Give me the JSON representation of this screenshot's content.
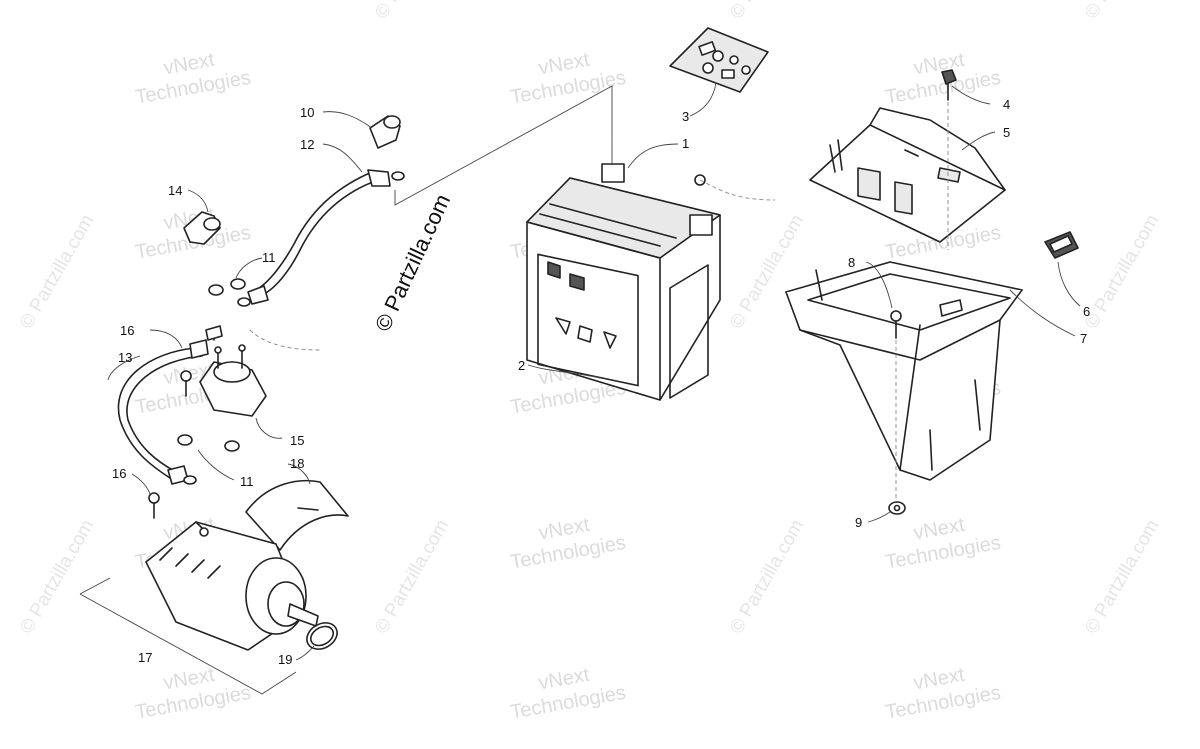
{
  "copyright": "© Partzilla.com",
  "watermarks": {
    "vnext_line1": "vNext",
    "vnext_line2": "Technologies",
    "partzilla": "© Partzilla.com"
  },
  "callouts": {
    "c1": "1",
    "c2": "2",
    "c3": "3",
    "c4": "4",
    "c5": "5",
    "c6": "6",
    "c7": "7",
    "c8": "8",
    "c9": "9",
    "c10": "10",
    "c11a": "11",
    "c11b": "11",
    "c12": "12",
    "c13": "13",
    "c14": "14",
    "c15": "15",
    "c16a": "16",
    "c16b": "16",
    "c17": "17",
    "c18": "18",
    "c19": "19"
  }
}
